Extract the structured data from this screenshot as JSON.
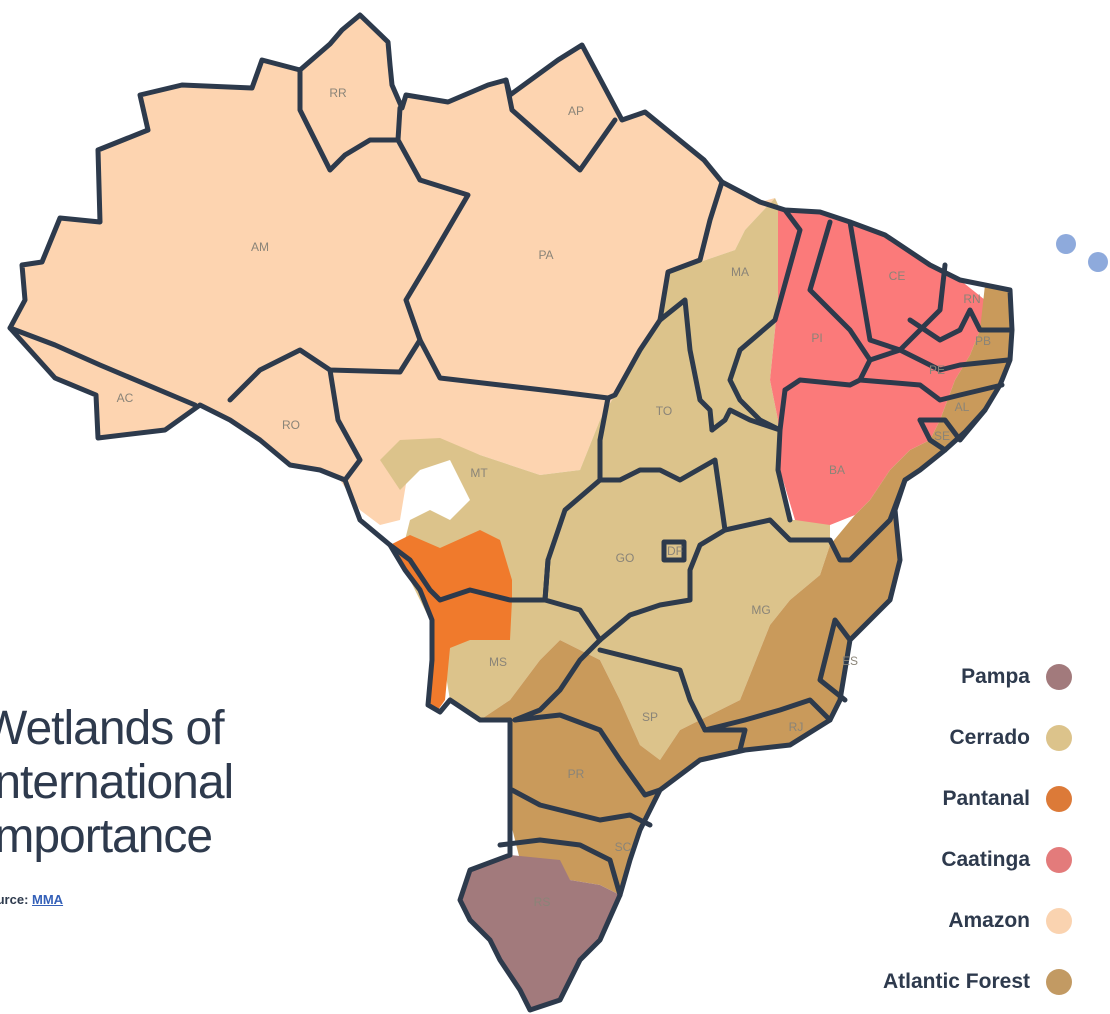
{
  "title_lines": [
    "Wetlands of",
    "International",
    "Importance"
  ],
  "source": {
    "prefix": "Source: ",
    "link_text": "MMA"
  },
  "colors": {
    "amazon": "#fdd4b0",
    "cerrado": "#dcc38b",
    "pantanal": "#f07a2c",
    "caatinga": "#fb7a7a",
    "atlantic": "#c99a5b",
    "pampa": "#a27a7c",
    "border": "#2d3a4c",
    "dots": "#8eaadc"
  },
  "legend": [
    {
      "label": "Pampa",
      "color": "#a27a7c"
    },
    {
      "label": "Cerrado",
      "color": "#dcc38b"
    },
    {
      "label": "Pantanal",
      "color": "#dc7a38"
    },
    {
      "label": "Caatinga",
      "color": "#e37b7b"
    },
    {
      "label": "Amazon",
      "color": "#fad3b0"
    },
    {
      "label": "Atlantic Forest",
      "color": "#c29a63"
    }
  ],
  "states": {
    "RR": "RR",
    "AP": "AP",
    "AM": "AM",
    "PA": "PA",
    "MA": "MA",
    "CE": "CE",
    "RN": "RN",
    "PB": "PB",
    "PI": "PI",
    "PE": "PE",
    "AC": "AC",
    "AL": "AL",
    "RO": "RO",
    "TO": "TO",
    "SE": "SE",
    "MT": "MT",
    "BA": "BA",
    "DF": "DF",
    "GO": "GO",
    "MG": "MG",
    "ES": "ES",
    "MS": "MS",
    "RJ": "RJ",
    "SP": "SP",
    "PR": "PR",
    "SC": "SC",
    "RS": "RS"
  }
}
